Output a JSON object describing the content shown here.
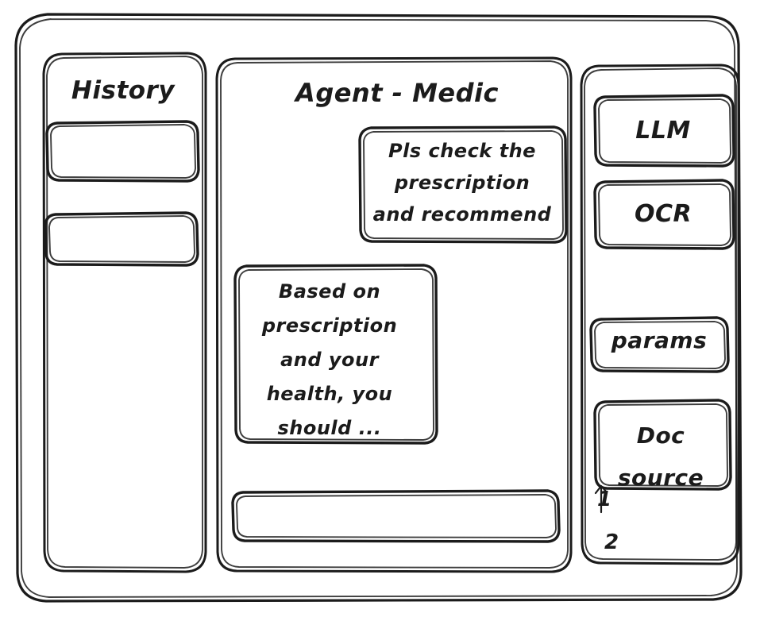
{
  "app": {
    "style": "hand-drawn-wireframe",
    "stroke_color": "#1b1b1b",
    "background_color": "#ffffff"
  },
  "sidebar_left": {
    "title": "History",
    "items": [
      {
        "label": "",
        "name": "history-item-1"
      },
      {
        "label": "",
        "name": "history-item-2"
      }
    ]
  },
  "main": {
    "title": "Agent - Medic",
    "messages": [
      {
        "role": "user",
        "align": "right",
        "text": "Pls check the\nprescription\nand recommend"
      },
      {
        "role": "assistant",
        "align": "left",
        "text": "Based on\nprescription\nand your\nhealth, you\nshould ..."
      }
    ],
    "composer": {
      "value": "",
      "placeholder": ""
    }
  },
  "sidebar_right": {
    "tools": [
      {
        "label": "LLM",
        "name": "tool-llm"
      },
      {
        "label": "OCR",
        "name": "tool-ocr"
      },
      {
        "label": "params",
        "name": "tool-params"
      },
      {
        "label": "Doc\nsource",
        "name": "tool-doc-source"
      }
    ],
    "references": [
      {
        "label": "1"
      },
      {
        "label": "2"
      }
    ]
  }
}
